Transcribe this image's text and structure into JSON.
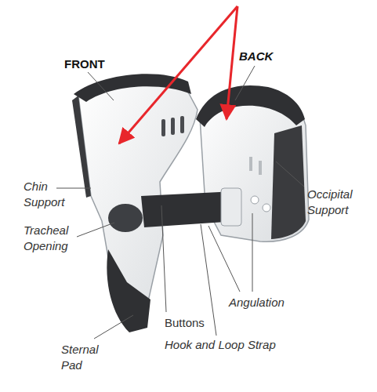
{
  "diagram": {
    "labels": [
      "FRONT",
      "BACK",
      "Chin Support",
      "Tracheal Opening",
      "Occipital Support",
      "Angulation",
      "Buttons",
      "Hook and Loop Strap",
      "Sternal Pad"
    ]
  }
}
